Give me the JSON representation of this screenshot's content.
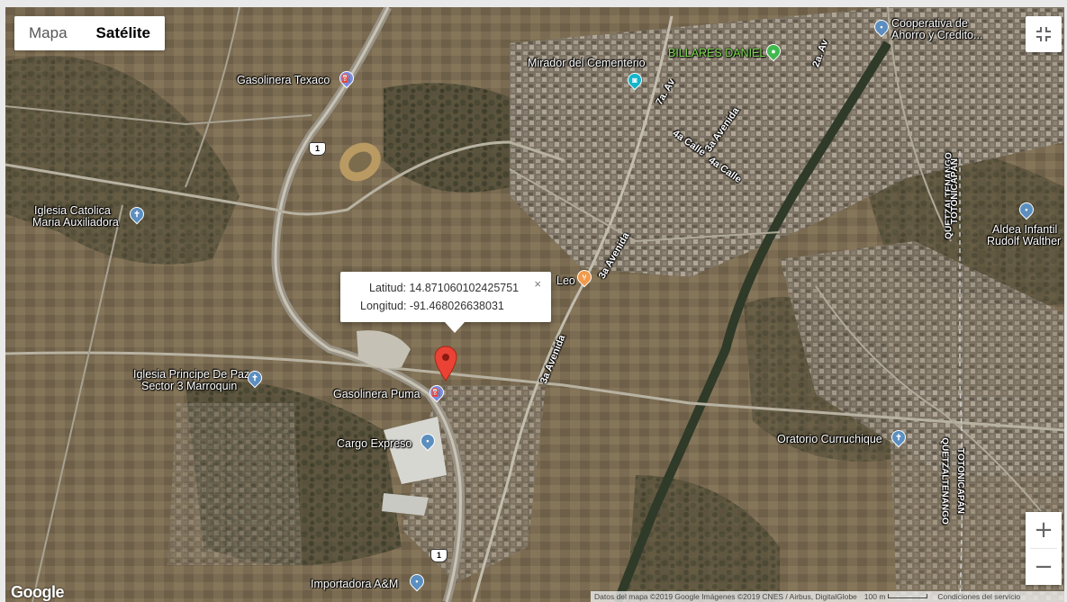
{
  "map": {
    "type_buttons": [
      {
        "label": "Mapa",
        "active": false
      },
      {
        "label": "Satélite",
        "active": true
      }
    ],
    "places": [
      {
        "name": "Gasolinera Texaco",
        "icon": "fuel-icon"
      },
      {
        "name": "Mirador del Cementerio",
        "icon": "camera-icon"
      },
      {
        "name": "BILLARES DANIEL",
        "icon": "billiards-icon"
      },
      {
        "name": "Cooperativa de",
        "icon": "pin-icon"
      },
      {
        "name": "Ahorro y Credito...",
        "icon": ""
      },
      {
        "name": "Iglesia Catolica",
        "icon": "church-icon"
      },
      {
        "name": "Maria Auxiliadora",
        "icon": ""
      },
      {
        "name": "Aldea Infantil",
        "icon": "pin-icon"
      },
      {
        "name": "Rudolf Walther",
        "icon": ""
      },
      {
        "name": "Leo",
        "icon": "restaurant-icon"
      },
      {
        "name": "Iglesia Principe De Paz",
        "icon": "church-icon"
      },
      {
        "name": "Sector 3 Marroquin",
        "icon": ""
      },
      {
        "name": "Gasolinera Puma",
        "icon": "fuel-icon"
      },
      {
        "name": "Cargo Expreso",
        "icon": "pin-icon"
      },
      {
        "name": "Oratorio Curruchique",
        "icon": "church-icon"
      },
      {
        "name": "Importadora A&M",
        "icon": "pin-icon"
      }
    ],
    "roads": {
      "ta_av_1": "2a. Av",
      "ta_av_2": "7a. Av",
      "calle4_a": "4a Calle",
      "calle4_b": "4a Calle",
      "avenida3_a": "3a Avenida",
      "avenida3_b": "3a Avenida",
      "avenida3_c": "3a Avenida",
      "region_a1": "QUETZALTENANGO",
      "region_a2": "TOTONICAPÁN",
      "region_b1": "TOTONICAPÁN",
      "region_b2": "QUETZALTENANGO",
      "route": "1"
    },
    "info_window": {
      "lat_label": "Latitud: 14.871060102425751",
      "lng_label": "Longitud: -91.468026638031",
      "close_glyph": "×"
    },
    "zoom_in": "+",
    "zoom_out": "−",
    "google_logo": "Google",
    "attribution": {
      "data": "Datos del mapa ©2019 Google Imágenes ©2019 CNES / Airbus, DigitalGlobe",
      "scale": "100 m",
      "terms": "Condiciones del servicio"
    },
    "colors": {
      "marker": "#ea4335",
      "terrain": "#6b5e4a"
    }
  }
}
